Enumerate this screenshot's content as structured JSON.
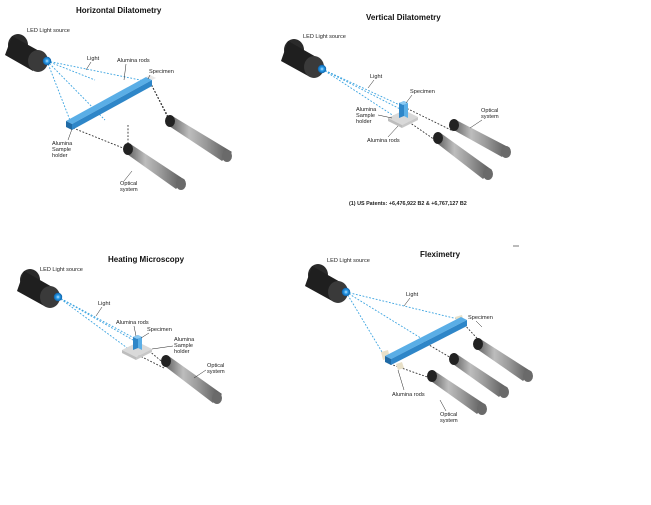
{
  "colors": {
    "beam": "#3aa3e0",
    "observation": "#333333",
    "rod_top": "#5aaee6",
    "rod_front": "#2e86c8",
    "rod_end": "#1f6aa5",
    "lens": "#1e8de0",
    "cylinder_light": "#b5b5b5",
    "cylinder_dark": "#5a5a5a",
    "holder": "#d9d9d9"
  },
  "icons": {
    "light_source": "led-light-source-icon",
    "camera": "optical-system-icon",
    "rod": "alumina-rod-icon",
    "specimen": "specimen-icon"
  },
  "panels": {
    "horizontal": {
      "title": "Horizontal Dilatometry",
      "led": "LED Light source",
      "light": "Light",
      "rods": "Alumina rods",
      "specimen": "Specimen",
      "holder": [
        "Alumina",
        "Sample",
        "holder"
      ],
      "optical": [
        "Optical",
        "system"
      ]
    },
    "vertical": {
      "title": "Vertical Dilatometry",
      "led": "LED Light source",
      "light": "Light",
      "specimen": "Specimen",
      "holder": [
        "Alumina",
        "Sample",
        "holder"
      ],
      "rods": "Alumina rods",
      "optical": [
        "Optical",
        "system"
      ],
      "patent": "(1) US Patents: +6,476,922 B2 & +6,767,127 B2"
    },
    "heating": {
      "title": "Heating Microscopy",
      "led": "LED Light source",
      "light": "Light",
      "rods": "Alumina rods",
      "specimen": "Specimen",
      "holder": [
        "Alumina",
        "Sample",
        "holder"
      ],
      "optical": [
        "Optical",
        "system"
      ]
    },
    "flex": {
      "title": "Fleximetry",
      "led": "LED Light source",
      "light": "Light",
      "specimen": "Specimen",
      "rods": "Alumina rods",
      "optical": [
        "Optical",
        "system"
      ]
    }
  }
}
